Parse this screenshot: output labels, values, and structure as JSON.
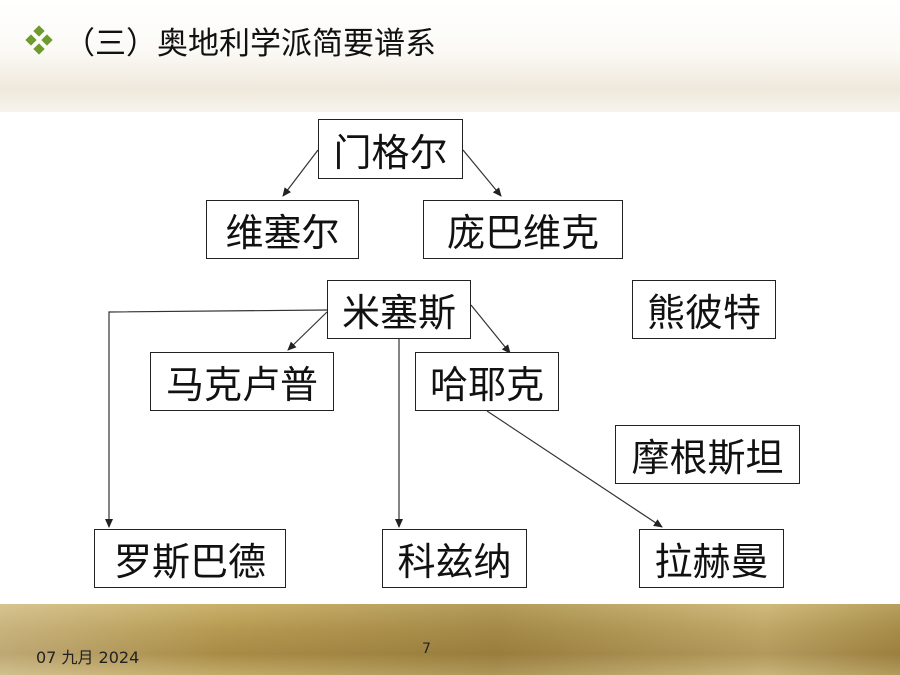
{
  "slide": {
    "title": "（三）奥地利学派简要谱系",
    "bullet_icon": "diamond-cluster-icon",
    "accent_color": "#6f9a2e"
  },
  "nodes": {
    "menger": "门格尔",
    "wieser": "维塞尔",
    "bohm_bawerk": "庞巴维克",
    "mises": "米塞斯",
    "schumpeter": "熊彼特",
    "machlup": "马克卢普",
    "hayek": "哈耶克",
    "morgenstern": "摩根斯坦",
    "rothbard": "罗斯巴德",
    "kirzner": "科兹纳",
    "lachmann": "拉赫曼"
  },
  "edges": [
    {
      "from": "menger",
      "to": "wieser"
    },
    {
      "from": "menger",
      "to": "bohm_bawerk"
    },
    {
      "from": "mises",
      "to": "machlup"
    },
    {
      "from": "mises",
      "to": "hayek"
    },
    {
      "from": "mises",
      "to": "rothbard"
    },
    {
      "from": "mises",
      "to": "kirzner"
    },
    {
      "from": "hayek",
      "to": "lachmann"
    }
  ],
  "footer": {
    "date": "07 九月 2024",
    "page_number": "7"
  }
}
